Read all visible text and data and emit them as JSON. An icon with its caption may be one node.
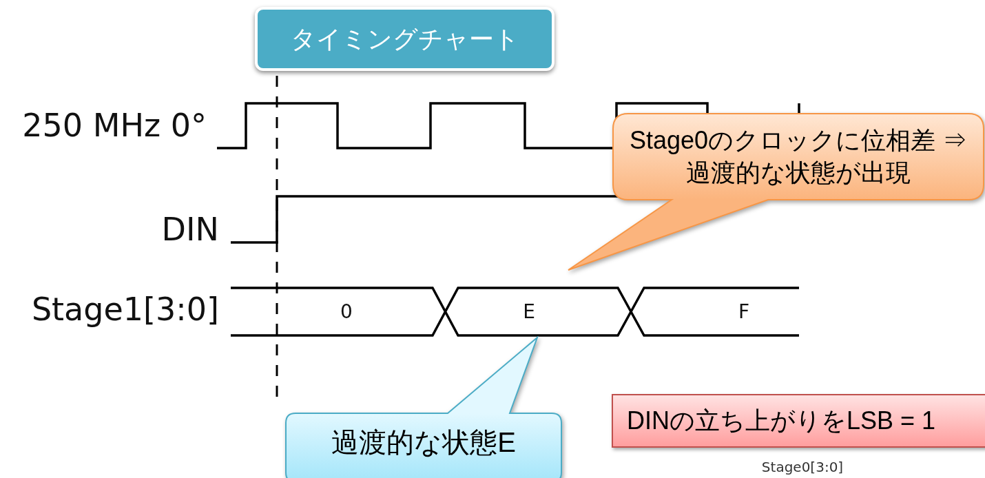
{
  "diagram": {
    "nodes": [
      {
        "text": [
          "タイミングチャート"
        ]
      },
      {
        "text": [
          "Stage0のクロックに位相差 ⇒過渡的な状態が出現"
        ]
      },
      {
        "text": [
          "過渡的な状態E"
        ]
      },
      {
        "text": [
          "DINの立ち上がりをLSB = 1"
        ]
      }
    ],
    "labels": [
      "250 MHz 0°",
      "DIN",
      "Stage1[3:0]",
      "0",
      "E",
      "F",
      "Stage0[3:0]"
    ]
  }
}
